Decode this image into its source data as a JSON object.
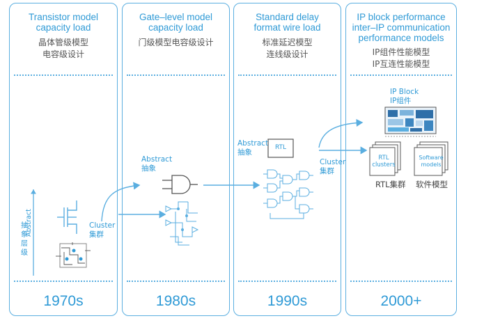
{
  "panels": [
    {
      "title_lines": [
        "Transistor model",
        "capacity load"
      ],
      "subtitle_lines": [
        "晶体管级模型",
        "电容级设计"
      ],
      "year": "1970s"
    },
    {
      "title_lines": [
        "Gate–level model",
        "capacity load"
      ],
      "subtitle_lines": [
        "门级模型电容级设计"
      ],
      "year": "1980s"
    },
    {
      "title_lines": [
        "Standard delay",
        "format wire load"
      ],
      "subtitle_lines": [
        "标准延迟模型",
        "连线级设计"
      ],
      "year": "1990s"
    },
    {
      "title_lines": [
        "IP block performance",
        "inter–IP communication",
        "performance models"
      ],
      "subtitle_lines": [
        "IP组件性能模型",
        "IP互连性能模型"
      ],
      "year": "2000+"
    }
  ],
  "labels": {
    "abstract_axis_cn": "抽象层级",
    "abstract_axis_en": "Abstract",
    "cluster_1_en": "Cluster",
    "cluster_1_cn": "集群",
    "abstract_2_en": "Abstract",
    "abstract_2_cn": "抽象",
    "abstract_3_en": "Abstract",
    "abstract_3_cn": "抽象",
    "rtl_box": "RTL",
    "cluster_3_en": "Cluster",
    "cluster_3_cn": "集群",
    "ip_block_en": "IP Block",
    "ip_block_cn": "IP组件",
    "rtl_clusters": [
      "RTL",
      "clusters"
    ],
    "software_models": [
      "Software",
      "models"
    ],
    "rtl_cluster_cn": "RTL集群",
    "software_model_cn": "软件模型"
  }
}
